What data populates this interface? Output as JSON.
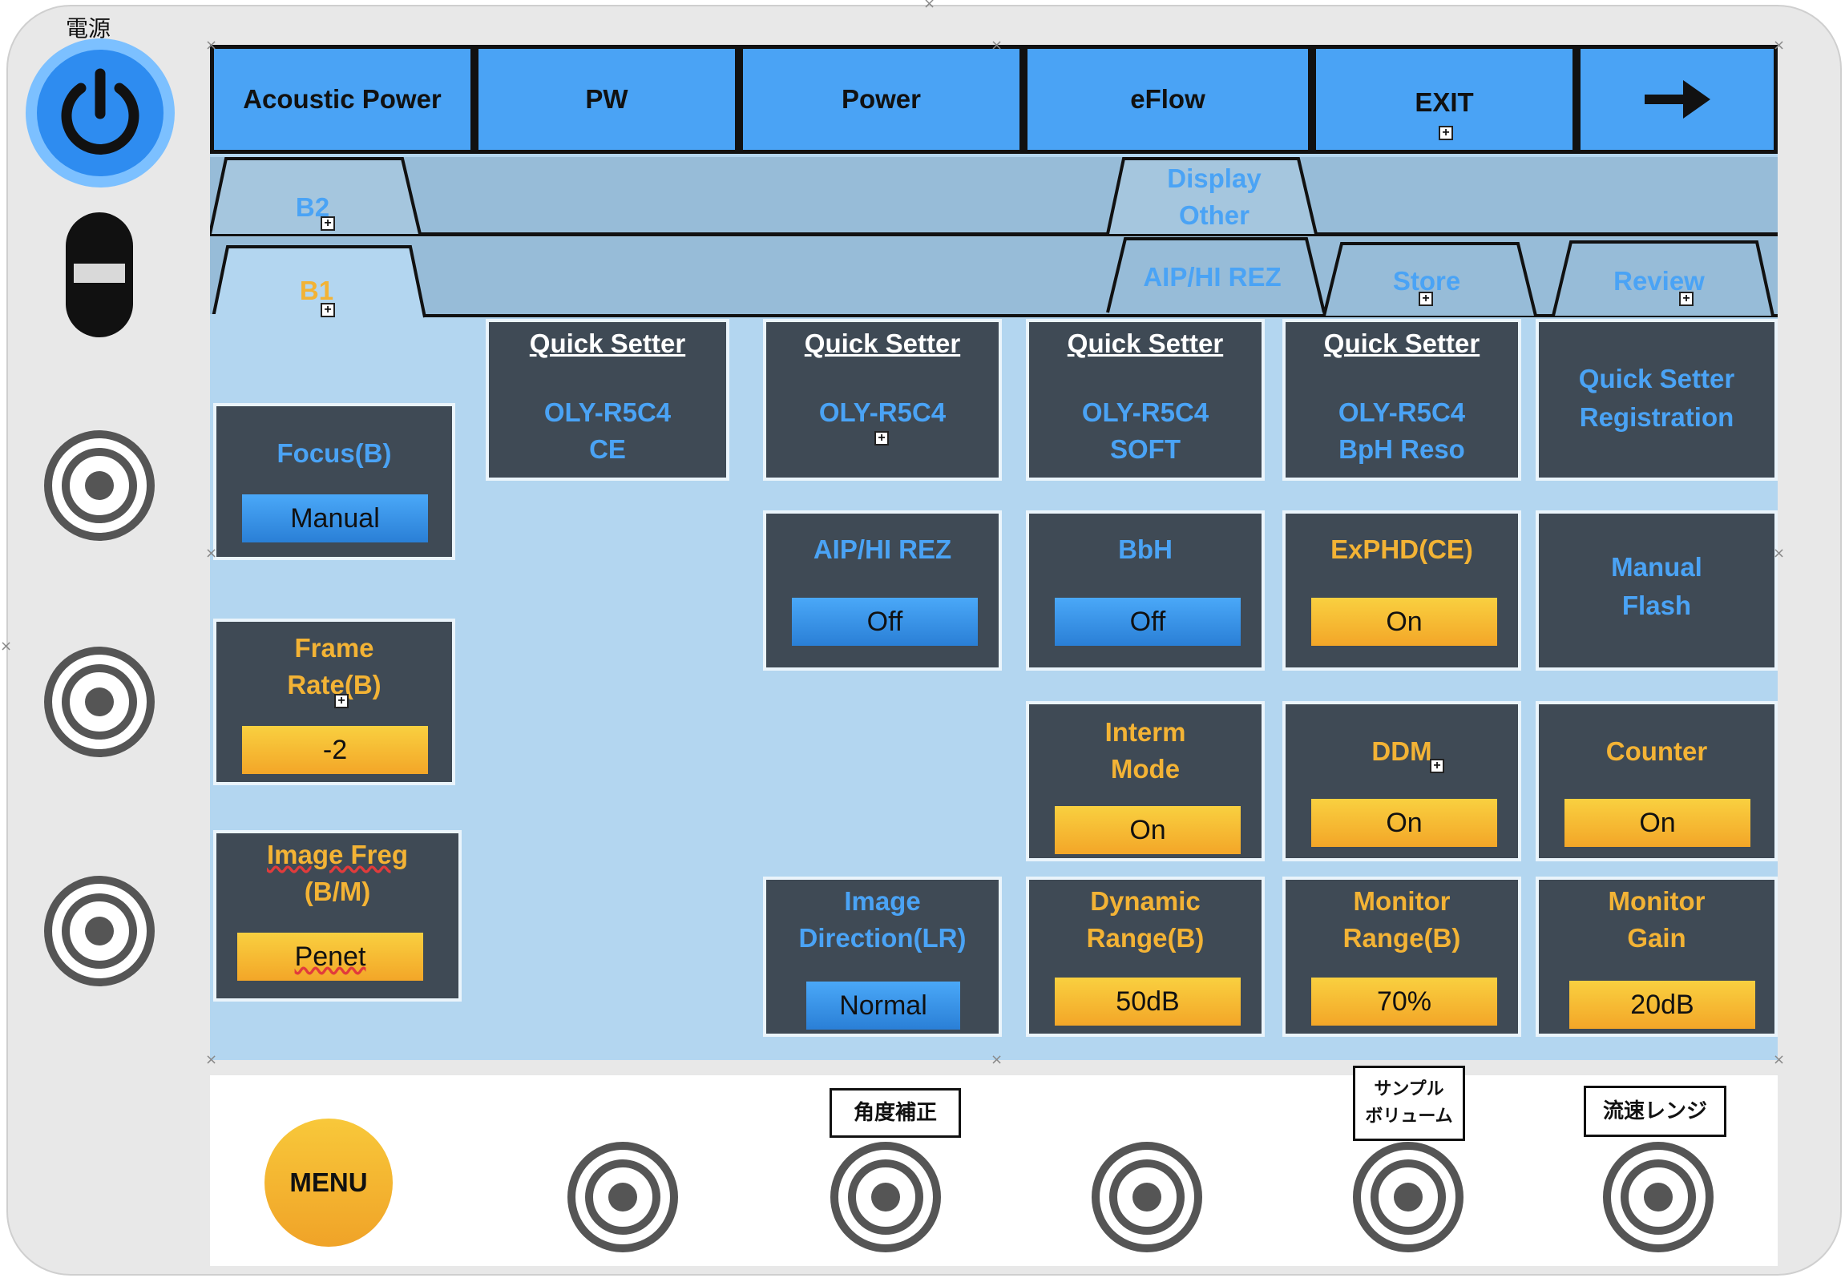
{
  "device": {
    "power_label": "電源"
  },
  "topbar": {
    "buttons": [
      {
        "label": "Acoustic Power"
      },
      {
        "label": "PW"
      },
      {
        "label": "Power"
      },
      {
        "label": "eFlow"
      },
      {
        "label": "EXIT"
      },
      {
        "label": "→",
        "icon": "arrow-right-icon"
      }
    ]
  },
  "tabs": {
    "row1": [
      {
        "label": "B2"
      },
      {
        "label_line1": "Display",
        "label_line2": "Other"
      }
    ],
    "row2": [
      {
        "label": "B1",
        "active": true
      },
      {
        "label": "AIP/HI REZ"
      },
      {
        "label": "Store"
      },
      {
        "label": "Review"
      }
    ]
  },
  "left_cards": {
    "focus": {
      "title": "Focus(B)",
      "value": "Manual"
    },
    "frame_rate": {
      "title_line1": "Frame",
      "title_line2": "Rate(B)",
      "value": "-2"
    },
    "image_freq": {
      "title_line1": "Image Freg",
      "title_line2": "(B/M)",
      "value": "Penet"
    }
  },
  "quick_setters": [
    {
      "heading": "Quick Setter",
      "line1": "OLY-R5C4",
      "line2": "CE"
    },
    {
      "heading": "Quick Setter",
      "line1": "OLY-R5C4",
      "line2": ""
    },
    {
      "heading": "Quick Setter",
      "line1": "OLY-R5C4",
      "line2": "SOFT"
    },
    {
      "heading": "Quick Setter",
      "line1": "OLY-R5C4",
      "line2": "BpH Reso"
    }
  ],
  "qs_registration": {
    "line1": "Quick Setter",
    "line2": "Registration"
  },
  "row2": {
    "aip": {
      "title": "AIP/HI REZ",
      "value": "Off"
    },
    "bbh": {
      "title": "BbH",
      "value": "Off"
    },
    "exphd": {
      "title": "ExPHD(CE)",
      "value": "On"
    },
    "manual_flash": {
      "line1": "Manual",
      "line2": "Flash"
    }
  },
  "row3": {
    "interm": {
      "title_line1": "Interm",
      "title_line2": "Mode",
      "value": "On"
    },
    "ddm": {
      "title": "DDM",
      "value": "On"
    },
    "counter": {
      "title": "Counter",
      "value": "On"
    }
  },
  "row4": {
    "image_dir": {
      "title_line1": "Image",
      "title_line2": "Direction(LR)",
      "value": "Normal"
    },
    "dyn_range": {
      "title_line1": "Dynamic",
      "title_line2": "Range(B)",
      "value": "50dB"
    },
    "mon_range": {
      "title_line1": "Monitor",
      "title_line2": "Range(B)",
      "value": "70%"
    },
    "mon_gain": {
      "title_line1": "Monitor",
      "title_line2": "Gain",
      "value": "20dB"
    }
  },
  "bottom": {
    "menu_label": "MENU",
    "angle_label": "角度補正",
    "sample_label_line1": "サンプル",
    "sample_label_line2": "ボリューム",
    "flow_label": "流速レンジ"
  },
  "colors": {
    "top_button": "#4aa3f5",
    "tab_strip": "#97bcd8",
    "screen": "#b3d6f0",
    "card": "#3f4a55",
    "value_blue": "#2a7fd6",
    "value_orange": "#f3a628",
    "text_blue": "#4aa3f5",
    "text_orange": "#f3b335"
  }
}
